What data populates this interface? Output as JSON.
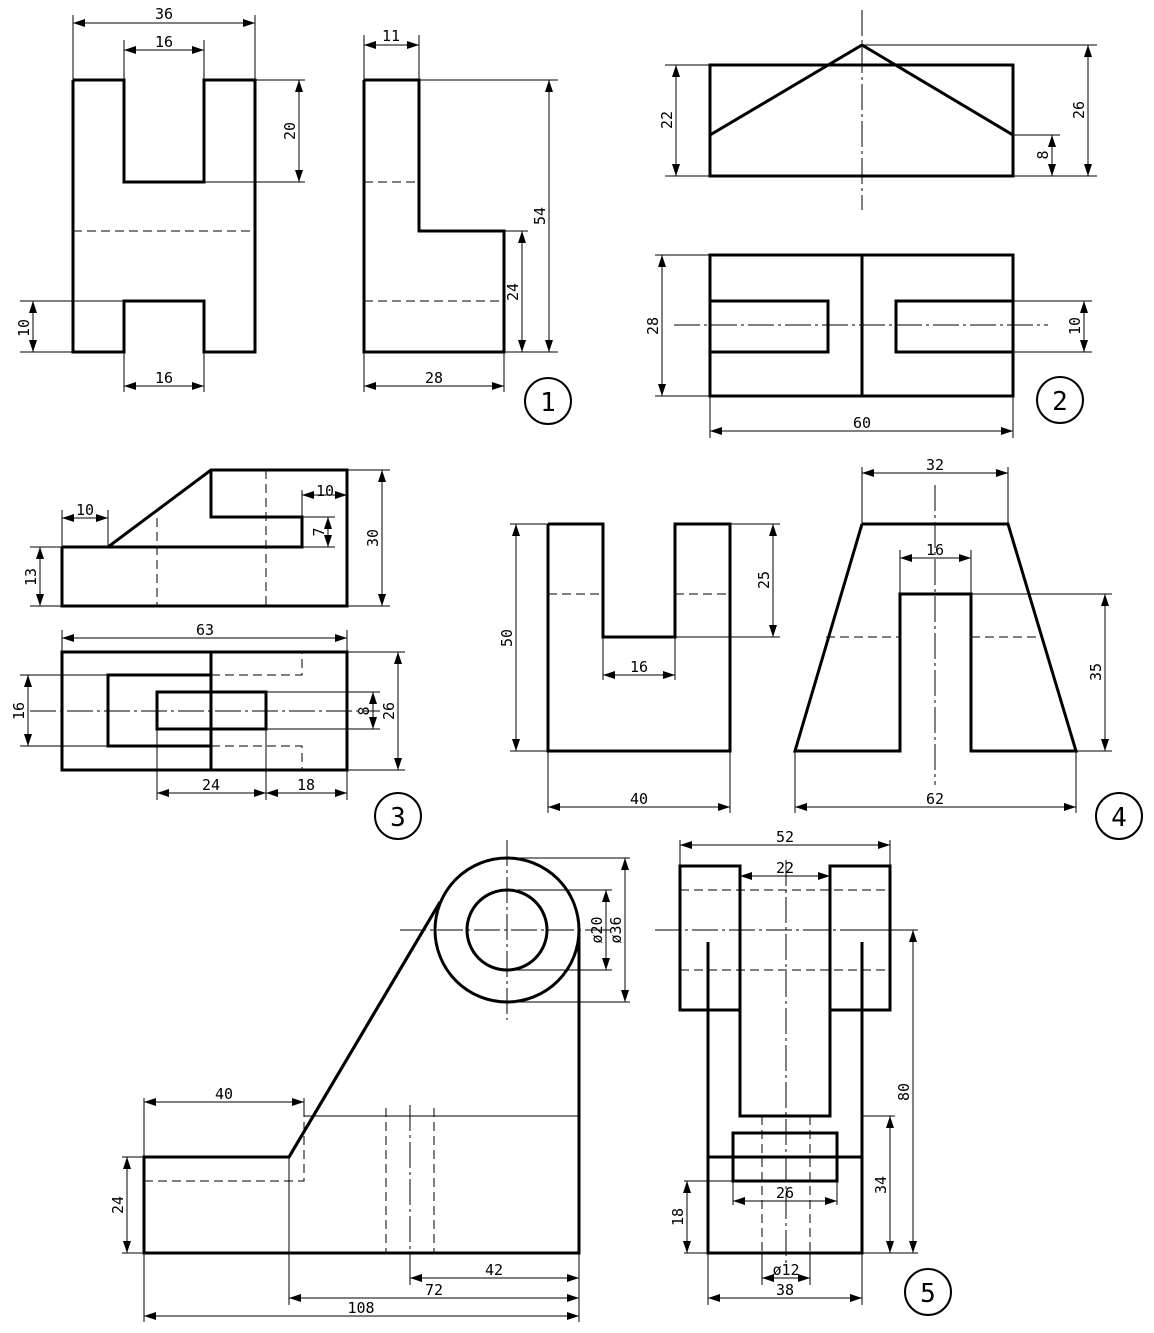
{
  "figures": [
    {
      "number": "1",
      "dims": {
        "top_width": "36",
        "top_slot": "16",
        "slot_depth": "20",
        "bottom_height": "10",
        "bottom_slot": "16",
        "side_top": "11",
        "side_height": "54",
        "side_step": "24",
        "side_width": "28"
      }
    },
    {
      "number": "2",
      "dims": {
        "front_height": "22",
        "peak_height": "26",
        "edge_height": "8",
        "top_depth": "28",
        "slot_width": "10",
        "total_width": "60"
      }
    },
    {
      "number": "3",
      "dims": {
        "step_width": "10",
        "base_height": "13",
        "slot_width": "10",
        "slot_height": "7",
        "total_height": "30",
        "total_width": "63",
        "left_width": "16",
        "inner_slot": "8",
        "total_depth": "26",
        "hole_span": "24",
        "right_span": "18"
      }
    },
    {
      "number": "4",
      "dims": {
        "front_height": "50",
        "slot_depth": "25",
        "slot_width": "16",
        "front_width": "40",
        "top_width": "32",
        "side_slot_width": "16",
        "side_slot_depth": "35",
        "base_width": "62"
      }
    },
    {
      "number": "5",
      "dims": {
        "boss_inner": "ø20",
        "boss_outer": "ø36",
        "foot_length": "40",
        "foot_height": "24",
        "span_42": "42",
        "span_72": "72",
        "total_length": "108",
        "side_width": "52",
        "side_gap": "22",
        "side_height": "80",
        "rib_height": "34",
        "block_height": "18",
        "slot_width": "26",
        "hole": "ø12",
        "base_width": "38"
      }
    }
  ]
}
